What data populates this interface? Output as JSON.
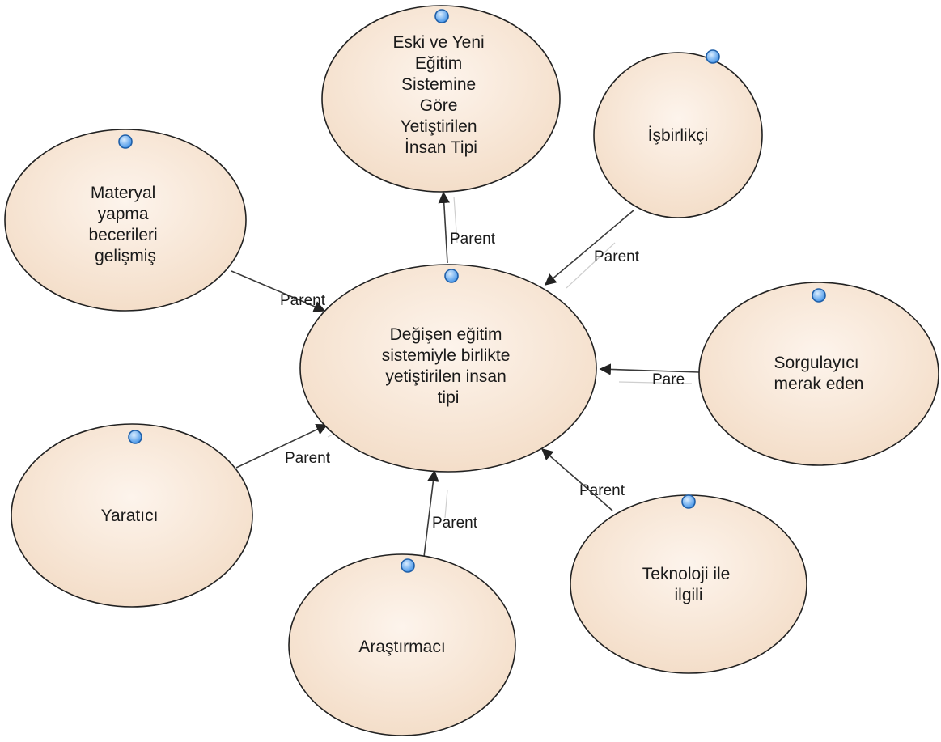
{
  "diagram": {
    "center": {
      "lines": [
        "Değişen eğitim",
        "sistemiyle birlikte",
        "yetiştirilen insan",
        "tipi"
      ]
    },
    "nodes": [
      {
        "id": "eski-yeni",
        "lines": [
          "Eski ve Yeni",
          "Eğitim",
          "Sistemine",
          "Göre",
          "Yetiştirilen",
          "İnsan Tipi"
        ]
      },
      {
        "id": "isbirlikci",
        "lines": [
          "İşbirlikçi"
        ]
      },
      {
        "id": "materyal",
        "lines": [
          "Materyal",
          "yapma",
          "becerileri",
          "gelişmiş"
        ]
      },
      {
        "id": "sorgulayici",
        "lines": [
          "Sorgulayıcı",
          "merak eden"
        ]
      },
      {
        "id": "yaratici",
        "lines": [
          "Yaratıcı"
        ]
      },
      {
        "id": "arastirmaci",
        "lines": [
          "Araştırmacı"
        ]
      },
      {
        "id": "teknoloji",
        "lines": [
          "Teknoloji ile",
          "ilgili"
        ]
      }
    ],
    "edges": [
      {
        "id": "edge-eski-yeni",
        "label": "Parent"
      },
      {
        "id": "edge-isbirlikci",
        "label": "Parent"
      },
      {
        "id": "edge-materyal",
        "label": "Parent"
      },
      {
        "id": "edge-sorgulayici",
        "label": "Pare"
      },
      {
        "id": "edge-yaratici",
        "label": "Parent"
      },
      {
        "id": "edge-arastirmaci",
        "label": "Parent"
      },
      {
        "id": "edge-teknoloji",
        "label": "Parent"
      }
    ],
    "colors": {
      "node_fill_light": "#fdf4ec",
      "node_fill_dark": "#f3dcc6",
      "node_stroke": "#222222",
      "dot_fill": "#3a8ee6",
      "dot_stroke": "#1f5fa8"
    }
  }
}
